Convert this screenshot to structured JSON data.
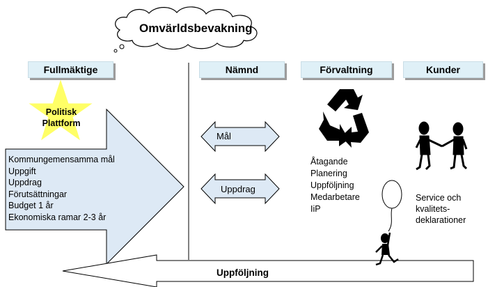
{
  "cloud": {
    "label": "Omvärldsbevakning"
  },
  "headers": {
    "fullmaktige": "Fullmäktige",
    "namnd": "Nämnd",
    "forvaltning": "Förvaltning",
    "kunder": "Kunder"
  },
  "star": {
    "line1": "Politisk",
    "line2": "Plattform"
  },
  "big_arrow_items": [
    "Kommungemensamma mål",
    "Uppgift",
    "Uppdrag",
    "Förutsättningar",
    "Budget 1 år",
    "Ekonomiska ramar 2-3 år"
  ],
  "double_arrows": {
    "mal": "Mål",
    "uppdrag": "Uppdrag"
  },
  "forvaltning_items": [
    "Åtagande",
    "Planering",
    "Uppföljning",
    "Medarbetare",
    "IiP"
  ],
  "kunder_text": [
    "Service och",
    "kvalitets-",
    "deklarationer"
  ],
  "bottom_arrow": {
    "label": "Uppföljning"
  },
  "icons": [
    "cloud-icon",
    "star-icon",
    "recycle-icon",
    "handshake-people-icon",
    "balloon-person-icon"
  ],
  "colors": {
    "header_fill": "#dff0f7",
    "arrow_fill": "#dde9f5",
    "star_fill": "#ffff66",
    "arrow_stroke": "#000000"
  }
}
